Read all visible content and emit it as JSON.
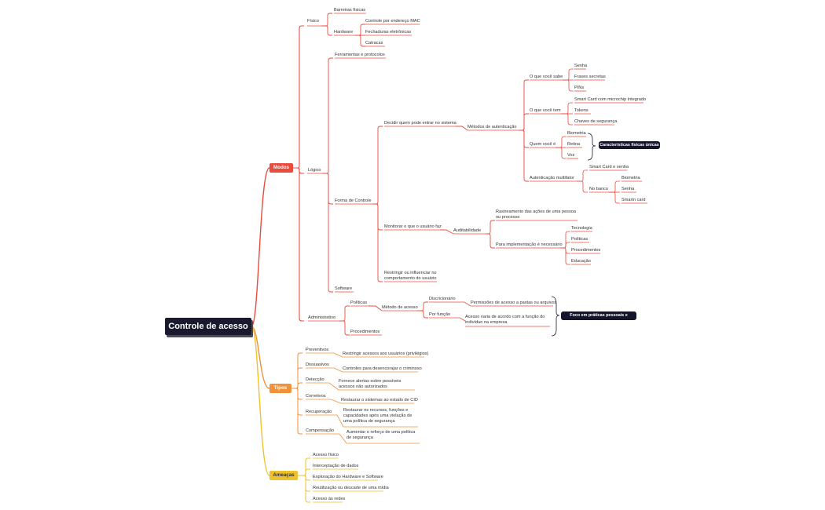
{
  "root": "Controle de acesso",
  "colors": {
    "modos": "#e94b3c",
    "tipos": "#f0923a",
    "ameacas": "#eec22b",
    "root_bg": "#1a1a2e",
    "callout_bg": "#14142b"
  },
  "modos": {
    "label": "Modos",
    "fisico": {
      "label": "Físico",
      "barreiras": "Barreiras físicas",
      "hardware": {
        "label": "Hardware",
        "items": [
          "Controle por endereço MAC",
          "Fechaduras eletrônicas",
          "Catracas"
        ]
      }
    },
    "logico": {
      "label": "Lógico",
      "ferramentas": "Ferramentas e protocolos",
      "forma": {
        "label": "Forma de Controle",
        "decidir": {
          "label": "Decidir quem pode entrar no sistema",
          "metodos": {
            "label": "Métodos de autenticação",
            "sabe": {
              "label": "O que você sabe",
              "items": [
                "Senha",
                "Frases secretas",
                "PINs"
              ]
            },
            "tem": {
              "label": "O que você tem",
              "items": [
                "Smart Card com microchip integrado",
                "Tokens",
                "Chaves de segurança"
              ]
            },
            "e": {
              "label": "Quem você é",
              "items": [
                "Biometria",
                "Retina",
                "Voz"
              ],
              "callout": "Características físicas únicas"
            },
            "multi": {
              "label": "Autenticação multifator",
              "smart": "Smart Card e senha",
              "banco": {
                "label": "No banco",
                "items": [
                  "Biometria",
                  "Senha",
                  "Smartn card"
                ]
              }
            }
          }
        },
        "monitorar": {
          "label": "Monitorar o que o usuário faz",
          "audit": {
            "label": "Auditabilidade",
            "rastreamento": "Rastreamento das ações de uma pessoa ou processo",
            "impl": {
              "label": "Para implementação é necessário",
              "items": [
                "Tecnologia",
                "Políticas",
                "Procedimentos",
                "Educação"
              ]
            }
          }
        },
        "restringir": "Restringir ou influenciar no comportamento do usuário"
      },
      "software": "Software"
    },
    "admin": {
      "label": "Administrativo",
      "politicas": {
        "label": "Políticas",
        "metodo": {
          "label": "Método de acesso",
          "disc": {
            "label": "Discricionário",
            "item": "Permissões de acesso a pastas ou arquivos"
          },
          "funcao": {
            "label": "Por função",
            "item": "Acesso varia de acordo com a função do indivíduo na empresa"
          }
        }
      },
      "procedimentos": "Procedimentos",
      "callout": "Foco em práticas pessoais e negócios"
    }
  },
  "tipos": {
    "label": "Tipos",
    "items": [
      {
        "label": "Preventivos",
        "desc": "Restringir acessos aos usuários (privilégios)"
      },
      {
        "label": "Dissuasivos",
        "desc": "Controles para desencorajar o criminoso"
      },
      {
        "label": "Detecção",
        "desc": "Fornece alertas sobre possíveis acessos não autorizados"
      },
      {
        "label": "Corretivos",
        "desc": "Restaurar o sistemas ao estado de CID"
      },
      {
        "label": "Recuperação",
        "desc": "Restaurar os recursos, funções e capacidades após uma violação de uma política de segurança"
      },
      {
        "label": "Compensação",
        "desc": "Aumentar o reforço de uma política de segurança"
      }
    ]
  },
  "ameacas": {
    "label": "Ameaças",
    "items": [
      "Acesso físico",
      "Interceptação de dados",
      "Exploração do Hardware e Software",
      "Reutilização ou descarte de uma mídia",
      "Acesso às redes"
    ]
  }
}
